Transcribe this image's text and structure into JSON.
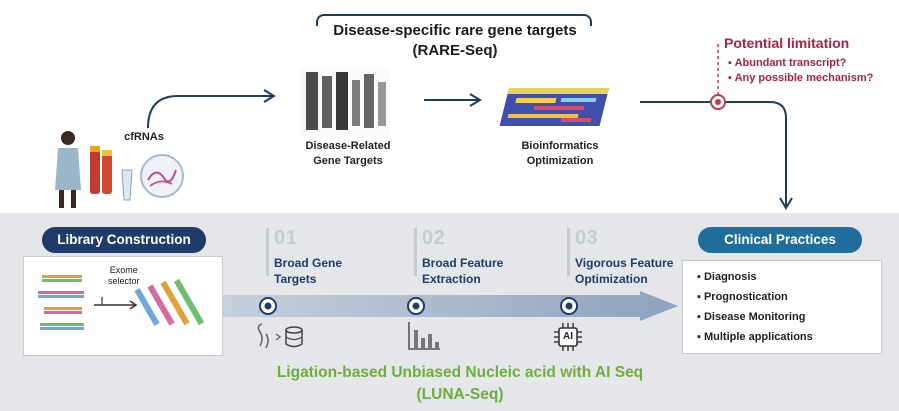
{
  "header": {
    "title_line1": "Disease-specific rare gene targets",
    "title_line2": "(RARE-Seq)"
  },
  "workflow": {
    "cfrnas_label": "cfRNAs",
    "gene_targets_line1": "Disease-Related",
    "gene_targets_line2": "Gene Targets",
    "bioinfo_line1": "Bioinformatics",
    "bioinfo_line2": "Optimization"
  },
  "limitation": {
    "title": "Potential limitation",
    "items": [
      "Abundant transcript?",
      "Any possible mechanism?"
    ]
  },
  "library": {
    "title": "Library Construction",
    "exome_line1": "Exome",
    "exome_line2": "selector"
  },
  "steps": [
    {
      "num": "01",
      "line1": "Broad Gene",
      "line2": "Targets"
    },
    {
      "num": "02",
      "line1": "Broad Feature",
      "line2": "Extraction"
    },
    {
      "num": "03",
      "line1": "Vigorous Feature",
      "line2": "Optimization"
    }
  ],
  "clinical": {
    "title": "Clinical Practices",
    "items": [
      "Diagnosis",
      "Prognostication",
      "Disease Monitoring",
      "Multiple applications"
    ]
  },
  "ai_chip_label": "AI",
  "footer": {
    "line1": "Ligation-based Unbiased Nucleic acid with AI Seq",
    "line2": "(LUNA-Seq)"
  },
  "colors": {
    "navy": "#1f3c6b",
    "teal": "#1f6e9c",
    "limitation_red": "#b0213a",
    "luna_green": "#6fae3c",
    "band_gray": "#e4e6ea"
  }
}
